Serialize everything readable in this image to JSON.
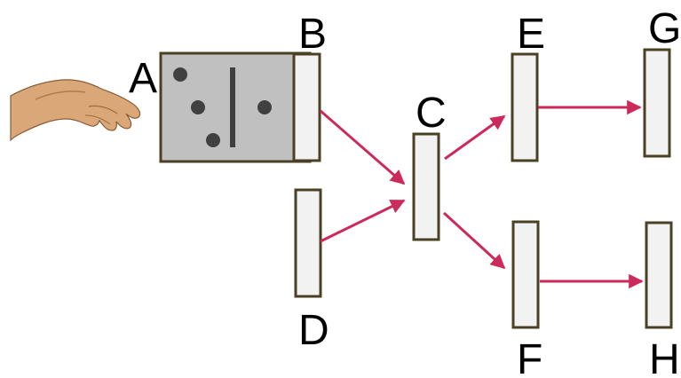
{
  "colors": {
    "box_fill": "#f2f2f2",
    "box_stroke": "#4a4024",
    "container_fill": "#c0c0c0",
    "dot_fill": "#404040",
    "arrow": "#cc2a5a",
    "label": "#000000"
  },
  "hand": {
    "icon": "pointing-hand-icon"
  },
  "container": {
    "dots": 4,
    "divider": true
  },
  "nodes": {
    "A": "A",
    "B": "B",
    "C": "C",
    "D": "D",
    "E": "E",
    "F": "F",
    "G": "G",
    "H": "H"
  },
  "edges": [
    {
      "from": "B",
      "to": "C"
    },
    {
      "from": "D",
      "to": "C"
    },
    {
      "from": "C",
      "to": "E"
    },
    {
      "from": "C",
      "to": "F"
    },
    {
      "from": "E",
      "to": "G"
    },
    {
      "from": "F",
      "to": "H"
    }
  ]
}
